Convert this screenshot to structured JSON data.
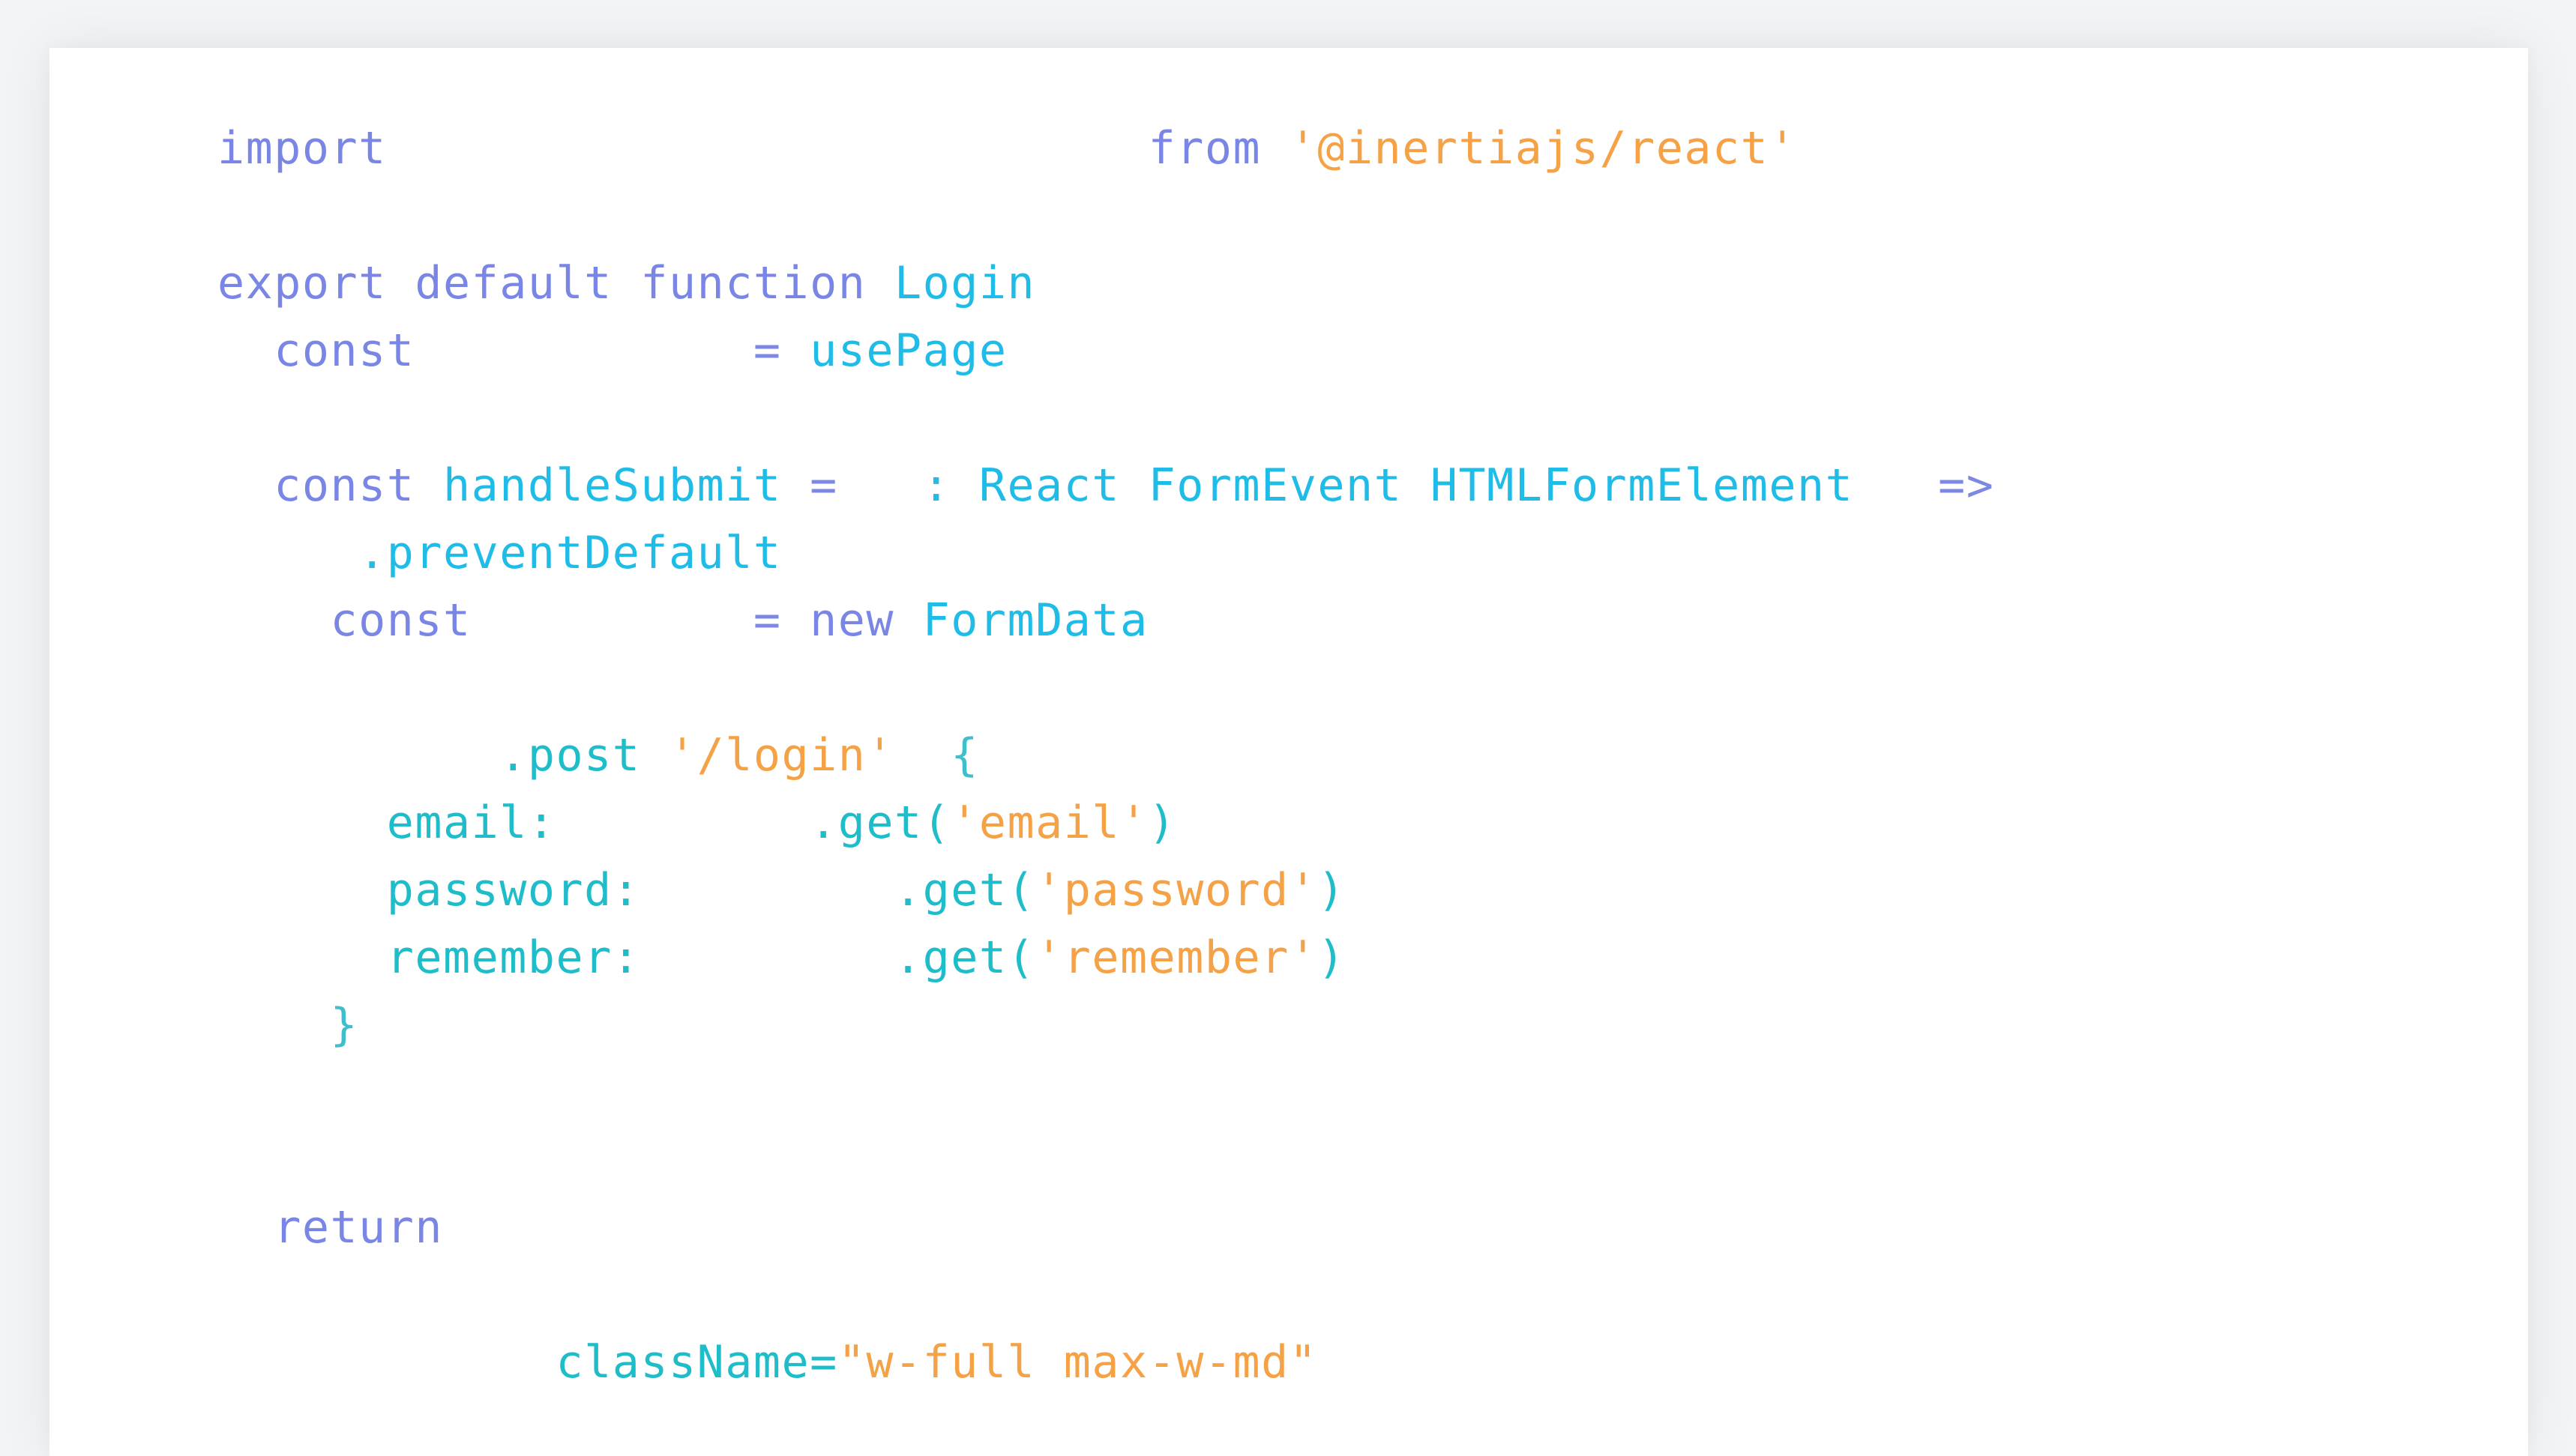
{
  "colors": {
    "keyword": "#7a86e6",
    "identifier": "#20bce8",
    "operator": "#7c88e4",
    "property": "#1fbcc9",
    "string": "#f5a146",
    "background": "#ffffff"
  },
  "code": {
    "l1": {
      "kw": "import",
      "gap": "                           ",
      "kw2": "from",
      "str": "'@inertiajs/react'"
    },
    "l3": {
      "kw1": "export",
      "kw2": "default",
      "kw3": "function",
      "fn": "Login"
    },
    "l4": {
      "kw": "const",
      "op": "=",
      "fn": "usePage"
    },
    "l6": {
      "kw": "const",
      "fn": "handleSubmit",
      "op": "=",
      "colon": ":",
      "t1": "React",
      "t2": "FormEvent",
      "t3": "HTMLFormElement",
      "arrow": "=>"
    },
    "l7": {
      "fn": ".preventDefault"
    },
    "l8": {
      "kw": "const",
      "op": "=",
      "kw2": "new",
      "fn": "FormData"
    },
    "l10": {
      "prop": ".post",
      "str": "'/login'",
      "brace": "{"
    },
    "l11": {
      "key": "email:",
      "get": ".get(",
      "str": "'email'",
      "close": ")"
    },
    "l12": {
      "key": "password:",
      "get": ".get(",
      "str": "'password'",
      "close": ")"
    },
    "l13": {
      "key": "remember:",
      "get": ".get(",
      "str": "'remember'",
      "close": ")"
    },
    "l14": {
      "brace": "}"
    },
    "l17": {
      "kw": "return"
    },
    "l19": {
      "attr": "className=",
      "str": "\"w-full max-w-md\""
    }
  }
}
